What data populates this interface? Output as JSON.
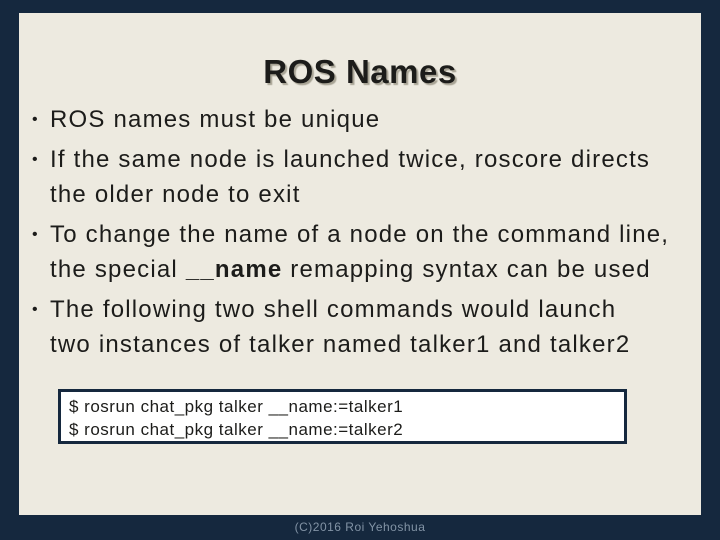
{
  "colors": {
    "frame_navy": "#15283E",
    "slide_cream": "#EDEAE0",
    "text_dark": "#1C1C1A",
    "code_background": "#FFFFFF",
    "code_border": "#15283E",
    "footer_text_gray": "#8293A5"
  },
  "slide": {
    "title": "ROS Names",
    "bullet_glyph": "•",
    "bullets": [
      {
        "lines": [
          "ROS names must be unique"
        ]
      },
      {
        "lines": [
          "If the same node is launched twice, roscore directs",
          "the older node to exit"
        ]
      },
      {
        "lines": [
          "To change the name of a node on the command line,"
        ],
        "rich": {
          "pre": "the special ",
          "bold": "__name",
          "post": " remapping syntax can be used"
        }
      },
      {
        "lines": [
          "The following two shell commands would launch",
          "two instances of talker named talker1 and talker2"
        ]
      }
    ],
    "code": {
      "lines": [
        "$ rosrun chat_pkg talker __name:=talker1",
        "$ rosrun chat_pkg talker __name:=talker2"
      ]
    },
    "footer": "(C)2016 Roi Yehoshua"
  }
}
